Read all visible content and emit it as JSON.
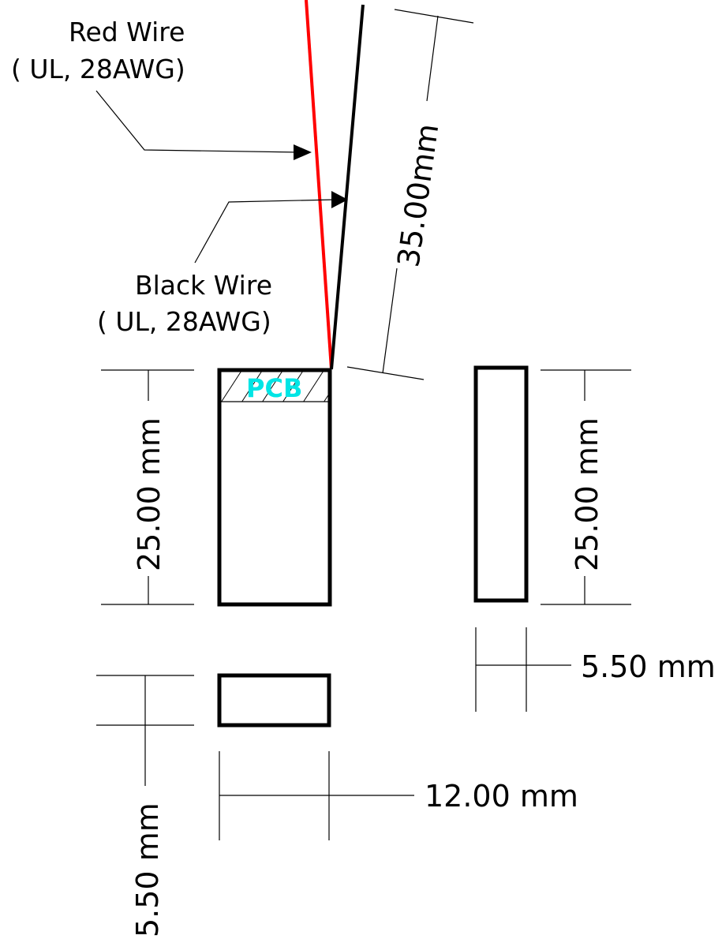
{
  "labels": {
    "red_wire_name": "Red Wire",
    "red_wire_spec": "( UL, 28AWG)",
    "black_wire_name": "Black Wire",
    "black_wire_spec": "( UL, 28AWG)",
    "pcb": "PCB",
    "wire_length": "35.00mm",
    "front_height": "25.00 mm",
    "side_height": "25.00 mm",
    "side_width": "5.50 mm",
    "bottom_width": "12.00 mm",
    "bottom_depth": "5.50 mm"
  },
  "colors": {
    "red_wire": "#ff0000",
    "black_wire": "#000000",
    "pcb_label": "#00e5e5"
  }
}
